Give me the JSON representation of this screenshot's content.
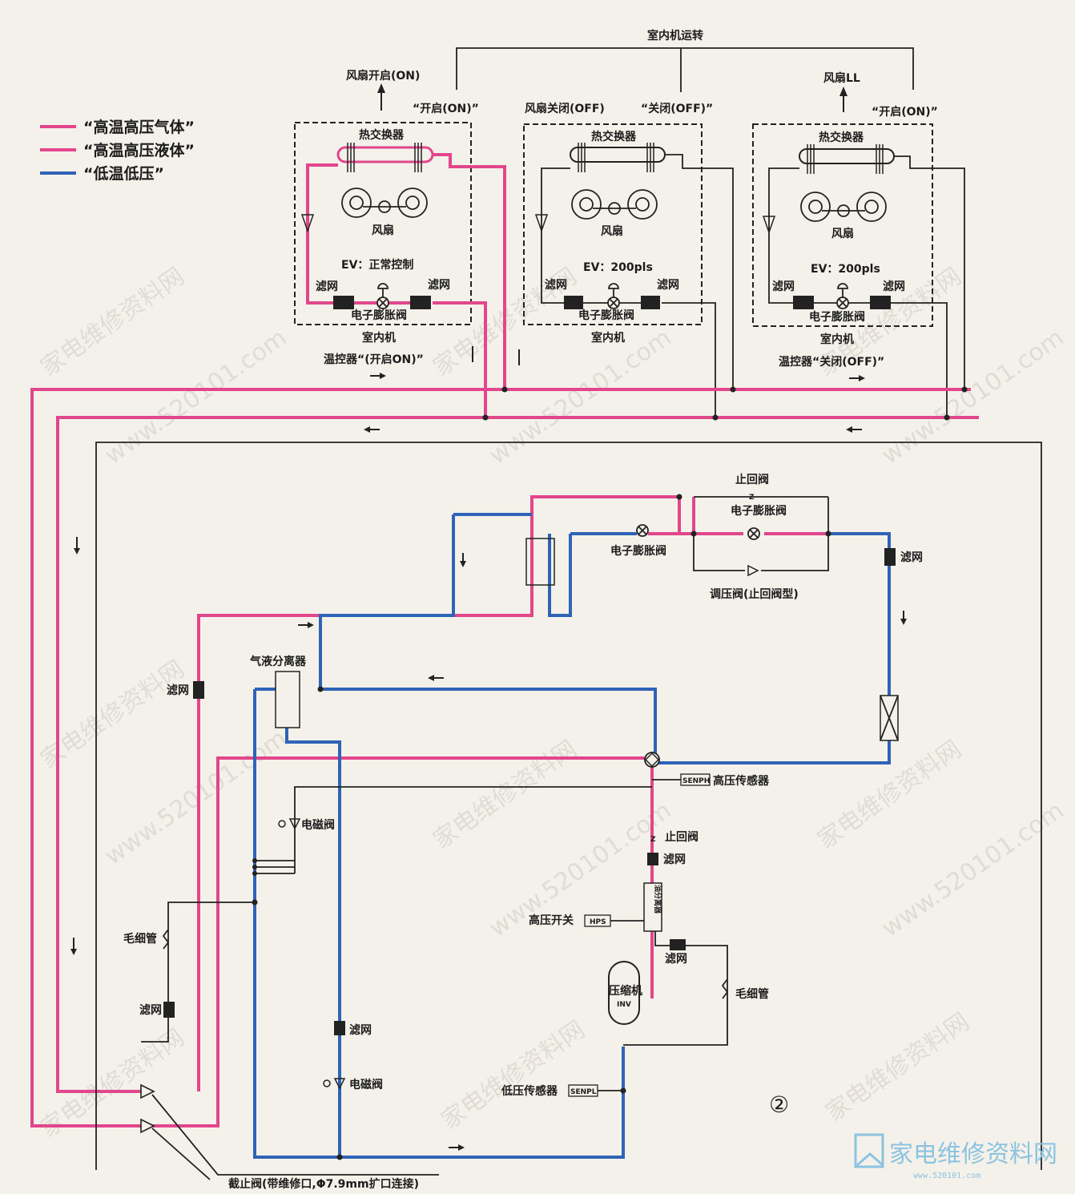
{
  "legend": {
    "hot_gas": "“高温高压气体”",
    "hot_liquid": "“高温高压液体”",
    "low_temp": "“低温低压”",
    "colors": {
      "hot": "#e2468c",
      "cold": "#2f63b7"
    }
  },
  "top": {
    "indoor_running": "室内机运转"
  },
  "unit1": {
    "fan_state": "风扇开启(ON)",
    "switch": "“开启(ON)”",
    "hx": "热交换器",
    "fan": "风扇",
    "ev": "EV：正常控制",
    "filter_l": "滤网",
    "filter_r": "滤网",
    "eev": "电子膨胀阀",
    "unit": "室内机",
    "thermo": "温控器“(开启ON)”"
  },
  "unit2": {
    "fan_state": "风扇关闭(OFF)",
    "switch": "“关闭(OFF)”",
    "hx": "热交换器",
    "fan": "风扇",
    "ev": "EV：200pls",
    "filter_l": "滤网",
    "filter_r": "滤网",
    "eev": "电子膨胀阀",
    "unit": "室内机"
  },
  "unit3": {
    "fan_state": "风扇LL",
    "switch": "“开启(ON)”",
    "hx": "热交换器",
    "fan": "风扇",
    "ev": "EV：200pls",
    "filter_l": "滤网",
    "filter_r": "滤网",
    "eev": "电子膨胀阀",
    "unit": "室内机",
    "thermo": "温控器“关闭(OFF)”"
  },
  "outdoor": {
    "check_valve_top": "止回阀",
    "eev_top": "电子膨胀阀",
    "eev_left": "电子膨胀阀",
    "reg_valve": "调压阀(止回阀型)",
    "filter_right": "滤网",
    "gas_liquid_sep": "气液分离器",
    "filter_left": "滤网",
    "high_pressure_sensor": "高压传感器",
    "senph": "SENPH",
    "solenoid_top": "电磁阀",
    "check_valve_mid": "止回阀",
    "filter_mid": "滤网",
    "oil_sep": "油分离器",
    "high_pressure_switch": "高压开关",
    "hps": "HPS",
    "filter_oil": "滤网",
    "capillary_left": "毛细管",
    "capillary_right": "毛细管",
    "filter_cap": "滤网",
    "compressor": "压缩机",
    "inv": "INV",
    "filter_bottom": "滤网",
    "solenoid_bottom": "电磁阀",
    "low_pressure_sensor": "低压传感器",
    "senpl": "SENPL",
    "circle_no": "②",
    "stop_valve": "截止阀(带维修口,Φ7.9mm扩口连接)"
  },
  "watermark": {
    "cn": "家电维修资料网",
    "url": "www.520101.com"
  },
  "brand": {
    "name": "家电维修资料网",
    "url": "www.520101.com"
  }
}
